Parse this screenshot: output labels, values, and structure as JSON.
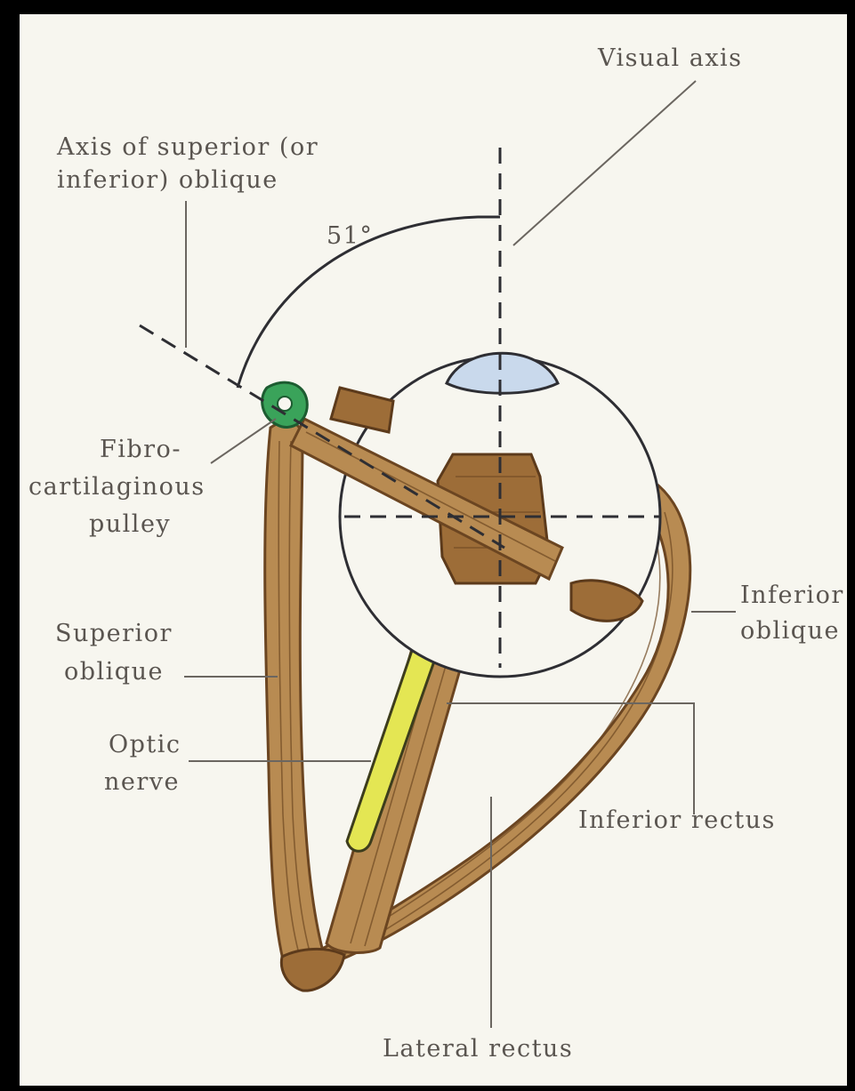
{
  "diagram": {
    "angle_value": "51°",
    "labels": {
      "visual_axis": "Visual axis",
      "oblique_axis_line1": "Axis of superior (or",
      "oblique_axis_line2": "inferior) oblique",
      "pulley_line1": "Fibro-",
      "pulley_line2": "cartilaginous",
      "pulley_line3": "pulley",
      "inferior_oblique_line1": "Inferior",
      "inferior_oblique_line2": "oblique",
      "superior_oblique_line1": "Superior",
      "superior_oblique_line2": "oblique",
      "optic_nerve_line1": "Optic",
      "optic_nerve_line2": "nerve",
      "inferior_rectus": "Inferior rectus",
      "lateral_rectus": "Lateral rectus"
    },
    "colors": {
      "background": "#f7f6ef",
      "muscle": "#b88b52",
      "muscle_outline": "#6b4521",
      "cornea": "#c9d9ec",
      "optic_nerve": "#e4e653",
      "pulley": "#3aa35a",
      "axis_lines": "#2e2e33"
    }
  }
}
